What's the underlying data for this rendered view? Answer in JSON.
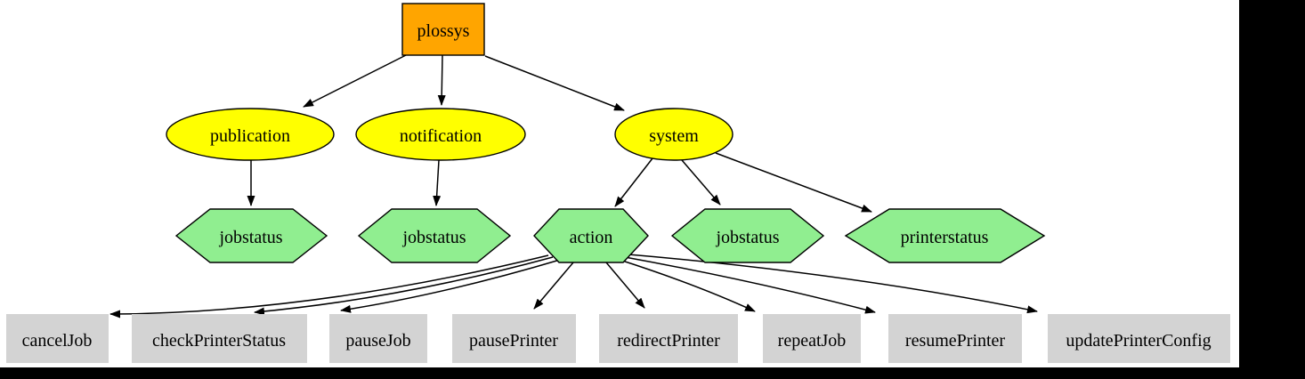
{
  "colors": {
    "root_fill": "#ffa500",
    "category_fill": "#ffff00",
    "status_fill": "#90ee90",
    "command_fill": "#d3d3d3",
    "edge_color": "#000000",
    "bar_color": "#000000",
    "background": "#ffffff"
  },
  "nodes": {
    "plossys": {
      "label": "plossys",
      "shape": "box"
    },
    "publication": {
      "label": "publication",
      "shape": "ellipse"
    },
    "notification": {
      "label": "notification",
      "shape": "ellipse"
    },
    "system": {
      "label": "system",
      "shape": "ellipse"
    },
    "jobstatus_publication": {
      "label": "jobstatus",
      "shape": "hexagon"
    },
    "jobstatus_notification": {
      "label": "jobstatus",
      "shape": "hexagon"
    },
    "action": {
      "label": "action",
      "shape": "hexagon"
    },
    "jobstatus_system": {
      "label": "jobstatus",
      "shape": "hexagon"
    },
    "printerstatus": {
      "label": "printerstatus",
      "shape": "hexagon"
    },
    "cancelJob": {
      "label": "cancelJob",
      "shape": "box"
    },
    "checkPrinterStatus": {
      "label": "checkPrinterStatus",
      "shape": "box"
    },
    "pauseJob": {
      "label": "pauseJob",
      "shape": "box"
    },
    "pausePrinter": {
      "label": "pausePrinter",
      "shape": "box"
    },
    "redirectPrinter": {
      "label": "redirectPrinter",
      "shape": "box"
    },
    "repeatJob": {
      "label": "repeatJob",
      "shape": "box"
    },
    "resumePrinter": {
      "label": "resumePrinter",
      "shape": "box"
    },
    "updatePrinterConfig": {
      "label": "updatePrinterConfig",
      "shape": "box"
    }
  },
  "edges": [
    {
      "from": "plossys",
      "to": "publication"
    },
    {
      "from": "plossys",
      "to": "notification"
    },
    {
      "from": "plossys",
      "to": "system"
    },
    {
      "from": "publication",
      "to": "jobstatus_publication"
    },
    {
      "from": "notification",
      "to": "jobstatus_notification"
    },
    {
      "from": "system",
      "to": "action"
    },
    {
      "from": "system",
      "to": "jobstatus_system"
    },
    {
      "from": "system",
      "to": "printerstatus"
    },
    {
      "from": "action",
      "to": "cancelJob"
    },
    {
      "from": "action",
      "to": "checkPrinterStatus"
    },
    {
      "from": "action",
      "to": "pauseJob"
    },
    {
      "from": "action",
      "to": "pausePrinter"
    },
    {
      "from": "action",
      "to": "redirectPrinter"
    },
    {
      "from": "action",
      "to": "repeatJob"
    },
    {
      "from": "action",
      "to": "resumePrinter"
    },
    {
      "from": "action",
      "to": "updatePrinterConfig"
    }
  ]
}
